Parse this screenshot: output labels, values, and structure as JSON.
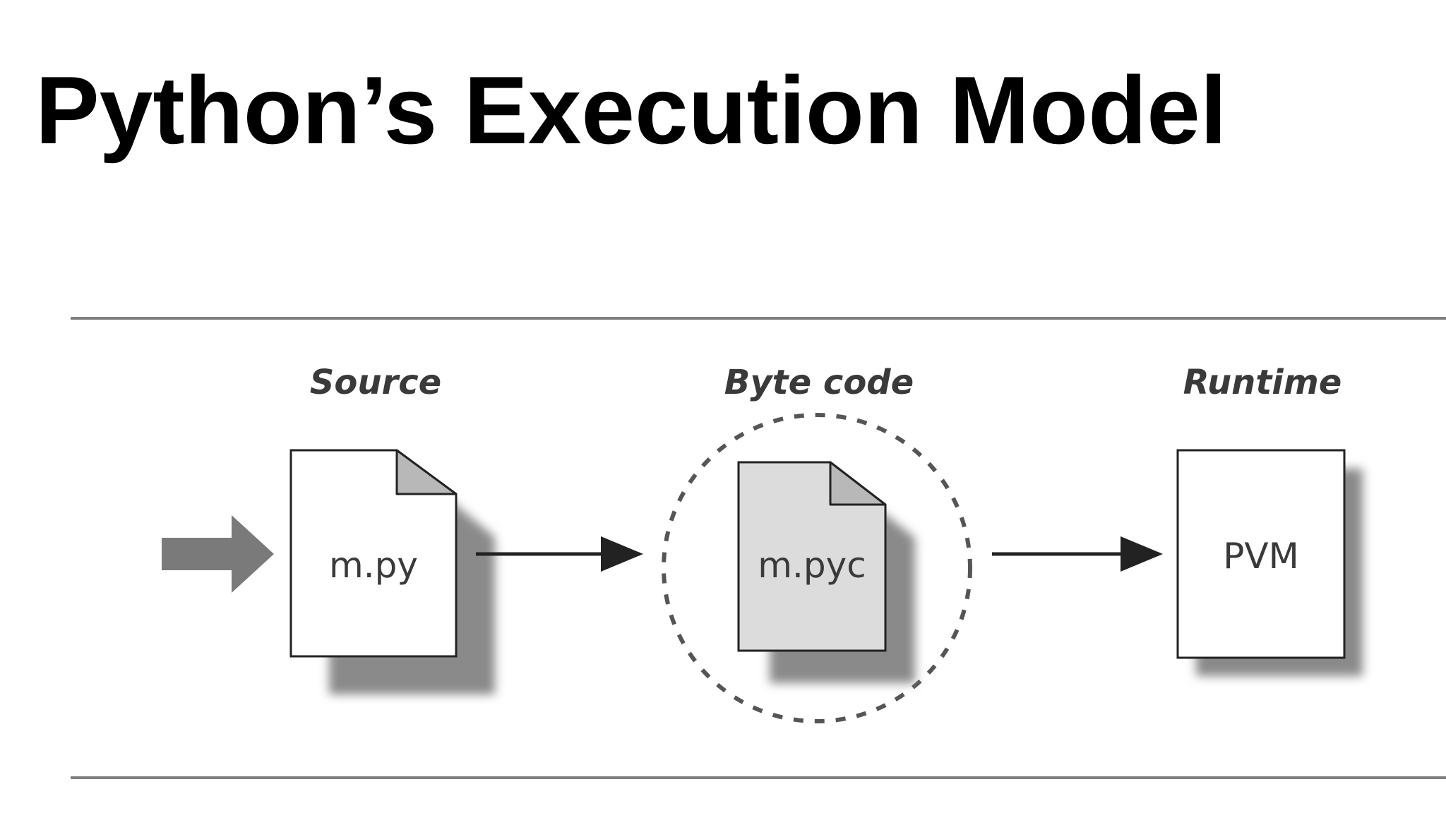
{
  "slide": {
    "title": "Python’s Execution Model"
  },
  "diagram": {
    "stages": [
      {
        "heading": "Source",
        "file": "m.py"
      },
      {
        "heading": "Byte code",
        "file": "m.pyc"
      },
      {
        "heading": "Runtime",
        "file": "PVM"
      }
    ]
  },
  "colors": {
    "title": "#000000",
    "rule": "#808080",
    "page_fill": "#ffffff",
    "bytecode_fill": "#dcdcdc",
    "fold_fill": "#b8b8b8",
    "input_arrow": "#7a7a7a",
    "arrow": "#222222",
    "shadow": "#8a8a8a"
  }
}
